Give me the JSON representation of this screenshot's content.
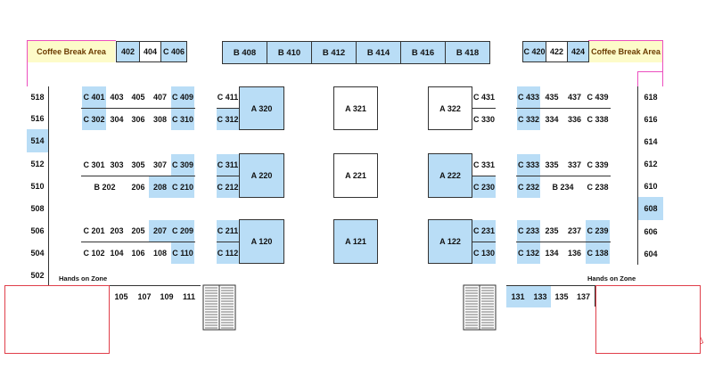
{
  "colors": {
    "exhibit_booth": "#b9ddf6",
    "coffee_area": "#fdfbc9",
    "hall_outline": "#ec4fbf",
    "hands_on_zone": "#e03f4a",
    "lines": "#333333"
  },
  "coffee_areas": {
    "left": "Coffee Break Area",
    "right": "Coffee Break Area"
  },
  "hands_on_zones": {
    "left": "Hands on Zone",
    "right": "Hands on Zone"
  },
  "top_row": {
    "left": [
      "402",
      "404",
      "C 406"
    ],
    "center": [
      "B 408",
      "B 410",
      "B 412",
      "B 414",
      "B 416",
      "B 418"
    ],
    "right": [
      "C 420",
      "422",
      "424"
    ]
  },
  "left_wall": [
    "518",
    "516",
    "514",
    "512",
    "510",
    "508",
    "506",
    "504",
    "502"
  ],
  "right_wall": [
    "618",
    "616",
    "614",
    "612",
    "610",
    "608",
    "606",
    "604"
  ],
  "block_left": {
    "r1": [
      "C 401",
      "403",
      "405",
      "407",
      "C 409"
    ],
    "r2": [
      "C 302",
      "304",
      "306",
      "308",
      "C 310"
    ],
    "r3": [
      "C 301",
      "303",
      "305",
      "307",
      "C 309"
    ],
    "r4": [
      "B 202",
      "206",
      "208",
      "C 210"
    ],
    "r5": [
      "C 201",
      "203",
      "205",
      "207",
      "C 209"
    ],
    "r6": [
      "C 102",
      "104",
      "106",
      "108",
      "C 110"
    ]
  },
  "block_mid_left": {
    "c_labels": [
      "C 411",
      "C 312",
      "C 311",
      "C 212",
      "C 211",
      "C 112"
    ],
    "a_labels": [
      "A 320",
      "A 220",
      "A 120"
    ]
  },
  "block_center": [
    "A 321",
    "A 221",
    "A 121"
  ],
  "block_mid_right": {
    "a_labels": [
      "A 322",
      "A 222",
      "A 122"
    ],
    "c_labels": [
      "C 431",
      "C 330",
      "C 331",
      "C 230",
      "C 231",
      "C 130"
    ]
  },
  "block_right": {
    "r1": [
      "C 433",
      "435",
      "437",
      "C 439"
    ],
    "r2": [
      "C 332",
      "334",
      "336",
      "C 338"
    ],
    "r3": [
      "C 333",
      "335",
      "337",
      "C 339"
    ],
    "r4": [
      "C 232",
      "B 234",
      "C 238"
    ],
    "r5": [
      "C 233",
      "235",
      "237",
      "C 239"
    ],
    "r6": [
      "C 132",
      "134",
      "136",
      "C 138"
    ]
  },
  "bottom_left": [
    "105",
    "107",
    "109",
    "111"
  ],
  "bottom_right": [
    "131",
    "133",
    "135",
    "137"
  ]
}
